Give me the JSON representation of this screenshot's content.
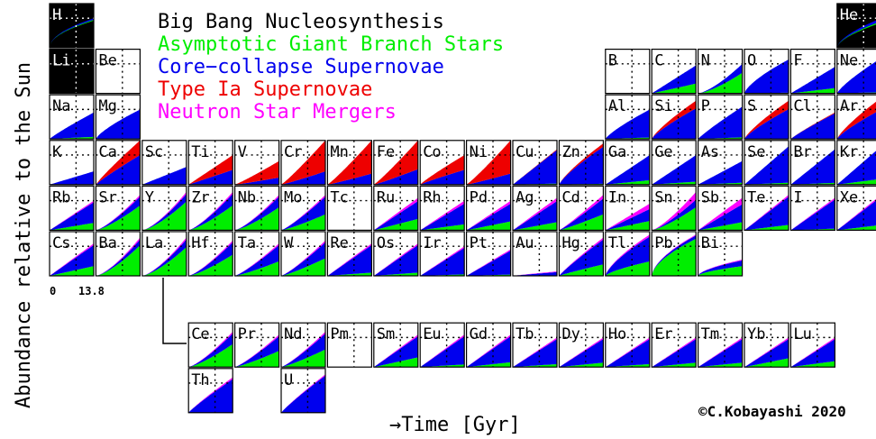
{
  "chart_data": {
    "type": "area",
    "ylabel": "Abundance relative to the Sun",
    "xlabel": "→Time [Gyr]",
    "x_tick_labels": [
      "0",
      "13.8"
    ],
    "xlim": [
      0,
      13.8
    ],
    "ylim": [
      0,
      1.5
    ],
    "credit": "©C.Kobayashi 2020",
    "legend": [
      {
        "name": "Big Bang Nucleosynthesis",
        "color": "#000000"
      },
      {
        "name": "Asymptotic Giant Branch Stars",
        "color": "#00ee00"
      },
      {
        "name": "Core−collapse Supernovae",
        "color": "#0000ee"
      },
      {
        "name": "Type Ia Supernovae",
        "color": "#ee0000"
      },
      {
        "name": "Neutron Star Mergers",
        "color": "#ff00ff"
      }
    ],
    "source_order": [
      "bbn",
      "agb",
      "ccsn",
      "snia",
      "nsm"
    ],
    "notes": "Each element cell plots stacked cumulative contributions (in solar units) versus time; values below are the fractional contribution at 13.8 Gyr; 'total' is the stacked height at 13.8 Gyr relative to the Sun (cell height = 1.5). 'shape' > 1 means late (AGB-like) growth.",
    "elements": [
      {
        "symbol": "H",
        "row": 1,
        "col": 1,
        "total": 1.0,
        "shape": 0.5,
        "frac": [
          0.92,
          0.03,
          0.05,
          0,
          0
        ]
      },
      {
        "symbol": "He",
        "row": 1,
        "col": 18,
        "total": 1.0,
        "shape": 0.6,
        "frac": [
          0.85,
          0.05,
          0.1,
          0,
          0
        ]
      },
      {
        "symbol": "Li",
        "row": 2,
        "col": 1,
        "total": 1.5,
        "shape": 0.8,
        "frac": [
          1.0,
          0,
          0,
          0,
          0
        ]
      },
      {
        "symbol": "Be",
        "row": 2,
        "col": 2,
        "total": 0,
        "shape": 1,
        "frac": [
          0,
          0,
          0,
          0,
          0
        ]
      },
      {
        "symbol": "B",
        "row": 2,
        "col": 13,
        "total": 0,
        "shape": 1,
        "frac": [
          0,
          0,
          0,
          0,
          0
        ]
      },
      {
        "symbol": "C",
        "row": 2,
        "col": 14,
        "total": 0.95,
        "shape": 1.0,
        "frac": [
          0,
          0.35,
          0.65,
          0,
          0
        ]
      },
      {
        "symbol": "N",
        "row": 2,
        "col": 15,
        "total": 1.0,
        "shape": 1.4,
        "frac": [
          0,
          0.7,
          0.3,
          0,
          0
        ]
      },
      {
        "symbol": "O",
        "row": 2,
        "col": 16,
        "total": 1.15,
        "shape": 0.7,
        "frac": [
          0,
          0.02,
          0.98,
          0,
          0
        ]
      },
      {
        "symbol": "F",
        "row": 2,
        "col": 17,
        "total": 0.9,
        "shape": 1.0,
        "frac": [
          0,
          0.2,
          0.8,
          0,
          0
        ]
      },
      {
        "symbol": "Ne",
        "row": 2,
        "col": 18,
        "total": 1.2,
        "shape": 0.8,
        "frac": [
          0,
          0.03,
          0.97,
          0,
          0
        ]
      },
      {
        "symbol": "Na",
        "row": 3,
        "col": 1,
        "total": 0.9,
        "shape": 0.9,
        "frac": [
          0,
          0.08,
          0.92,
          0,
          0
        ]
      },
      {
        "symbol": "Mg",
        "row": 3,
        "col": 2,
        "total": 1.0,
        "shape": 0.75,
        "frac": [
          0,
          0.02,
          0.98,
          0,
          0
        ]
      },
      {
        "symbol": "Al",
        "row": 3,
        "col": 13,
        "total": 1.0,
        "shape": 0.8,
        "frac": [
          0,
          0.05,
          0.95,
          0,
          0
        ]
      },
      {
        "symbol": "Si",
        "row": 3,
        "col": 14,
        "total": 1.3,
        "shape": 0.8,
        "frac": [
          0,
          0,
          0.8,
          0.2,
          0
        ]
      },
      {
        "symbol": "P",
        "row": 3,
        "col": 15,
        "total": 1.1,
        "shape": 0.9,
        "frac": [
          0,
          0.05,
          0.95,
          0,
          0
        ]
      },
      {
        "symbol": "S",
        "row": 3,
        "col": 16,
        "total": 1.3,
        "shape": 0.8,
        "frac": [
          0,
          0,
          0.78,
          0.22,
          0
        ]
      },
      {
        "symbol": "Cl",
        "row": 3,
        "col": 17,
        "total": 0.9,
        "shape": 0.9,
        "frac": [
          0,
          0,
          0.97,
          0.03,
          0
        ]
      },
      {
        "symbol": "Ar",
        "row": 3,
        "col": 18,
        "total": 1.4,
        "shape": 0.8,
        "frac": [
          0,
          0,
          0.72,
          0.28,
          0
        ]
      },
      {
        "symbol": "K",
        "row": 4,
        "col": 1,
        "total": 0.45,
        "shape": 1.0,
        "frac": [
          0,
          0,
          1.0,
          0,
          0
        ]
      },
      {
        "symbol": "Ca",
        "row": 4,
        "col": 2,
        "total": 1.5,
        "shape": 0.9,
        "frac": [
          0,
          0,
          0.67,
          0.33,
          0
        ]
      },
      {
        "symbol": "Sc",
        "row": 4,
        "col": 3,
        "total": 0.6,
        "shape": 1.0,
        "frac": [
          0,
          0,
          1.0,
          0,
          0
        ]
      },
      {
        "symbol": "Ti",
        "row": 4,
        "col": 4,
        "total": 1.0,
        "shape": 1.0,
        "frac": [
          0,
          0,
          0.5,
          0.5,
          0
        ]
      },
      {
        "symbol": "V",
        "row": 4,
        "col": 5,
        "total": 0.8,
        "shape": 1.1,
        "frac": [
          0,
          0,
          0.3,
          0.7,
          0
        ]
      },
      {
        "symbol": "Cr",
        "row": 4,
        "col": 6,
        "total": 1.5,
        "shape": 1.1,
        "frac": [
          0,
          0,
          0.3,
          0.7,
          0
        ]
      },
      {
        "symbol": "Mn",
        "row": 4,
        "col": 7,
        "total": 1.5,
        "shape": 1.1,
        "frac": [
          0,
          0,
          0.25,
          0.75,
          0
        ]
      },
      {
        "symbol": "Fe",
        "row": 4,
        "col": 8,
        "total": 1.5,
        "shape": 1.1,
        "frac": [
          0,
          0,
          0.35,
          0.65,
          0
        ]
      },
      {
        "symbol": "Co",
        "row": 4,
        "col": 9,
        "total": 1.0,
        "shape": 0.9,
        "frac": [
          0,
          0,
          0.5,
          0.5,
          0
        ]
      },
      {
        "symbol": "Ni",
        "row": 4,
        "col": 10,
        "total": 1.5,
        "shape": 1.1,
        "frac": [
          0,
          0,
          0.25,
          0.75,
          0
        ]
      },
      {
        "symbol": "Cu",
        "row": 4,
        "col": 11,
        "total": 1.2,
        "shape": 1.0,
        "frac": [
          0,
          0.03,
          0.95,
          0.02,
          0
        ]
      },
      {
        "symbol": "Zn",
        "row": 4,
        "col": 12,
        "total": 1.4,
        "shape": 0.8,
        "frac": [
          0,
          0.02,
          0.9,
          0.08,
          0
        ]
      },
      {
        "symbol": "Ga",
        "row": 4,
        "col": 13,
        "total": 1.0,
        "shape": 1.0,
        "frac": [
          0,
          0.15,
          0.85,
          0,
          0
        ]
      },
      {
        "symbol": "Ge",
        "row": 4,
        "col": 14,
        "total": 1.0,
        "shape": 1.0,
        "frac": [
          0,
          0.1,
          0.9,
          0,
          0
        ]
      },
      {
        "symbol": "As",
        "row": 4,
        "col": 15,
        "total": 0.8,
        "shape": 1.0,
        "frac": [
          0,
          0.08,
          0.92,
          0,
          0
        ]
      },
      {
        "symbol": "Se",
        "row": 4,
        "col": 16,
        "total": 1.3,
        "shape": 1.0,
        "frac": [
          0,
          0.05,
          0.95,
          0,
          0
        ]
      },
      {
        "symbol": "Br",
        "row": 4,
        "col": 17,
        "total": 1.2,
        "shape": 1.0,
        "frac": [
          0,
          0.05,
          0.95,
          0,
          0
        ]
      },
      {
        "symbol": "Kr",
        "row": 4,
        "col": 18,
        "total": 1.3,
        "shape": 1.0,
        "frac": [
          0,
          0.15,
          0.85,
          0,
          0
        ]
      },
      {
        "symbol": "Rb",
        "row": 5,
        "col": 1,
        "total": 1.0,
        "shape": 1.0,
        "frac": [
          0,
          0.25,
          0.7,
          0,
          0.05
        ]
      },
      {
        "symbol": "Sr",
        "row": 5,
        "col": 2,
        "total": 1.2,
        "shape": 1.3,
        "frac": [
          0,
          0.7,
          0.25,
          0,
          0.05
        ]
      },
      {
        "symbol": "Y",
        "row": 5,
        "col": 3,
        "total": 1.3,
        "shape": 1.4,
        "frac": [
          0,
          0.75,
          0.2,
          0,
          0.05
        ]
      },
      {
        "symbol": "Zr",
        "row": 5,
        "col": 4,
        "total": 1.3,
        "shape": 1.3,
        "frac": [
          0,
          0.65,
          0.3,
          0,
          0.05
        ]
      },
      {
        "symbol": "Nb",
        "row": 5,
        "col": 5,
        "total": 1.2,
        "shape": 1.3,
        "frac": [
          0,
          0.65,
          0.3,
          0,
          0.05
        ]
      },
      {
        "symbol": "Mo",
        "row": 5,
        "col": 6,
        "total": 1.2,
        "shape": 1.2,
        "frac": [
          0,
          0.45,
          0.5,
          0,
          0.05
        ]
      },
      {
        "symbol": "Tc",
        "row": 5,
        "col": 7,
        "total": 0,
        "shape": 1,
        "frac": [
          0,
          0,
          0,
          0,
          0
        ]
      },
      {
        "symbol": "Ru",
        "row": 5,
        "col": 8,
        "total": 1.1,
        "shape": 1.0,
        "frac": [
          0,
          0.35,
          0.55,
          0,
          0.1
        ]
      },
      {
        "symbol": "Rh",
        "row": 5,
        "col": 9,
        "total": 1.0,
        "shape": 1.0,
        "frac": [
          0,
          0.2,
          0.7,
          0,
          0.1
        ]
      },
      {
        "symbol": "Pd",
        "row": 5,
        "col": 10,
        "total": 1.0,
        "shape": 1.0,
        "frac": [
          0,
          0.3,
          0.6,
          0,
          0.1
        ]
      },
      {
        "symbol": "Ag",
        "row": 5,
        "col": 11,
        "total": 1.1,
        "shape": 1.0,
        "frac": [
          0,
          0.25,
          0.65,
          0,
          0.1
        ]
      },
      {
        "symbol": "Cd",
        "row": 5,
        "col": 12,
        "total": 1.2,
        "shape": 1.1,
        "frac": [
          0,
          0.45,
          0.45,
          0,
          0.1
        ]
      },
      {
        "symbol": "In",
        "row": 5,
        "col": 13,
        "total": 0.9,
        "shape": 1.0,
        "frac": [
          0,
          0.35,
          0.45,
          0,
          0.2
        ]
      },
      {
        "symbol": "Sn",
        "row": 5,
        "col": 14,
        "total": 1.3,
        "shape": 1.3,
        "frac": [
          0,
          0.6,
          0.2,
          0,
          0.2
        ]
      },
      {
        "symbol": "Sb",
        "row": 5,
        "col": 15,
        "total": 1.1,
        "shape": 1.0,
        "frac": [
          0,
          0.25,
          0.55,
          0,
          0.2
        ]
      },
      {
        "symbol": "Te",
        "row": 5,
        "col": 16,
        "total": 1.2,
        "shape": 1.0,
        "frac": [
          0,
          0.15,
          0.8,
          0,
          0.05
        ]
      },
      {
        "symbol": "I",
        "row": 5,
        "col": 17,
        "total": 1.1,
        "shape": 1.0,
        "frac": [
          0,
          0.05,
          0.9,
          0,
          0.05
        ]
      },
      {
        "symbol": "Xe",
        "row": 5,
        "col": 18,
        "total": 1.2,
        "shape": 1.0,
        "frac": [
          0,
          0.15,
          0.8,
          0,
          0.05
        ]
      },
      {
        "symbol": "Cs",
        "row": 6,
        "col": 1,
        "total": 1.1,
        "shape": 1.0,
        "frac": [
          0,
          0.3,
          0.65,
          0,
          0.05
        ]
      },
      {
        "symbol": "Ba",
        "row": 6,
        "col": 2,
        "total": 1.3,
        "shape": 1.4,
        "frac": [
          0,
          0.8,
          0.15,
          0,
          0.05
        ]
      },
      {
        "symbol": "La",
        "row": 6,
        "col": 3,
        "total": 1.3,
        "shape": 1.4,
        "frac": [
          0,
          0.75,
          0.2,
          0,
          0.05
        ]
      },
      {
        "symbol": "Hf",
        "row": 6,
        "col": 4,
        "total": 1.2,
        "shape": 1.3,
        "frac": [
          0,
          0.6,
          0.35,
          0,
          0.05
        ]
      },
      {
        "symbol": "Ta",
        "row": 6,
        "col": 5,
        "total": 1.1,
        "shape": 1.2,
        "frac": [
          0,
          0.45,
          0.5,
          0,
          0.05
        ]
      },
      {
        "symbol": "W",
        "row": 6,
        "col": 6,
        "total": 1.2,
        "shape": 1.2,
        "frac": [
          0,
          0.5,
          0.45,
          0,
          0.05
        ]
      },
      {
        "symbol": "Re",
        "row": 6,
        "col": 7,
        "total": 1.1,
        "shape": 1.0,
        "frac": [
          0,
          0.1,
          0.85,
          0,
          0.05
        ]
      },
      {
        "symbol": "Os",
        "row": 6,
        "col": 8,
        "total": 1.1,
        "shape": 1.0,
        "frac": [
          0,
          0.1,
          0.85,
          0,
          0.05
        ]
      },
      {
        "symbol": "Ir",
        "row": 6,
        "col": 9,
        "total": 1.0,
        "shape": 1.0,
        "frac": [
          0,
          0.05,
          0.9,
          0,
          0.05
        ]
      },
      {
        "symbol": "Pt",
        "row": 6,
        "col": 10,
        "total": 0.9,
        "shape": 1.0,
        "frac": [
          0,
          0.05,
          0.9,
          0,
          0.05
        ]
      },
      {
        "symbol": "Au",
        "row": 6,
        "col": 11,
        "total": 0.15,
        "shape": 0.9,
        "frac": [
          0,
          0.05,
          0.8,
          0,
          0.15
        ]
      },
      {
        "symbol": "Hg",
        "row": 6,
        "col": 12,
        "total": 1.3,
        "shape": 0.9,
        "frac": [
          0,
          0.3,
          0.65,
          0,
          0.05
        ]
      },
      {
        "symbol": "Tl",
        "row": 6,
        "col": 13,
        "total": 1.4,
        "shape": 0.7,
        "frac": [
          0,
          0.35,
          0.6,
          0,
          0.05
        ]
      },
      {
        "symbol": "Pb",
        "row": 6,
        "col": 14,
        "total": 1.4,
        "shape": 0.6,
        "frac": [
          0,
          0.9,
          0.08,
          0,
          0.02
        ]
      },
      {
        "symbol": "Bi",
        "row": 6,
        "col": 15,
        "total": 0.55,
        "shape": 0.6,
        "frac": [
          0,
          0.6,
          0.35,
          0,
          0.05
        ]
      },
      {
        "symbol": "Ce",
        "row": 8,
        "col": 4,
        "total": 1.2,
        "shape": 1.3,
        "frac": [
          0,
          0.65,
          0.3,
          0,
          0.05
        ]
      },
      {
        "symbol": "Pr",
        "row": 8,
        "col": 5,
        "total": 1.1,
        "shape": 1.2,
        "frac": [
          0,
          0.5,
          0.45,
          0,
          0.05
        ]
      },
      {
        "symbol": "Nd",
        "row": 8,
        "col": 6,
        "total": 1.2,
        "shape": 1.2,
        "frac": [
          0,
          0.5,
          0.45,
          0,
          0.05
        ]
      },
      {
        "symbol": "Pm",
        "row": 8,
        "col": 7,
        "total": 0,
        "shape": 1,
        "frac": [
          0,
          0,
          0,
          0,
          0
        ]
      },
      {
        "symbol": "Sm",
        "row": 8,
        "col": 8,
        "total": 1.1,
        "shape": 1.0,
        "frac": [
          0,
          0.3,
          0.65,
          0,
          0.05
        ]
      },
      {
        "symbol": "Eu",
        "row": 8,
        "col": 9,
        "total": 1.1,
        "shape": 1.0,
        "frac": [
          0,
          0.08,
          0.87,
          0,
          0.05
        ]
      },
      {
        "symbol": "Gd",
        "row": 8,
        "col": 10,
        "total": 1.1,
        "shape": 1.0,
        "frac": [
          0,
          0.15,
          0.8,
          0,
          0.05
        ]
      },
      {
        "symbol": "Tb",
        "row": 8,
        "col": 11,
        "total": 1.0,
        "shape": 1.0,
        "frac": [
          0,
          0.1,
          0.85,
          0,
          0.05
        ]
      },
      {
        "symbol": "Dy",
        "row": 8,
        "col": 12,
        "total": 1.0,
        "shape": 1.0,
        "frac": [
          0,
          0.15,
          0.8,
          0,
          0.05
        ]
      },
      {
        "symbol": "Ho",
        "row": 8,
        "col": 13,
        "total": 1.0,
        "shape": 1.0,
        "frac": [
          0,
          0.1,
          0.85,
          0,
          0.05
        ]
      },
      {
        "symbol": "Er",
        "row": 8,
        "col": 14,
        "total": 1.0,
        "shape": 1.0,
        "frac": [
          0,
          0.15,
          0.8,
          0,
          0.05
        ]
      },
      {
        "symbol": "Tm",
        "row": 8,
        "col": 15,
        "total": 1.0,
        "shape": 1.0,
        "frac": [
          0,
          0.15,
          0.8,
          0,
          0.05
        ]
      },
      {
        "symbol": "Yb",
        "row": 8,
        "col": 16,
        "total": 1.0,
        "shape": 1.0,
        "frac": [
          0,
          0.3,
          0.65,
          0,
          0.05
        ]
      },
      {
        "symbol": "Lu",
        "row": 8,
        "col": 17,
        "total": 1.0,
        "shape": 1.0,
        "frac": [
          0,
          0.2,
          0.75,
          0,
          0.05
        ]
      },
      {
        "symbol": "Th",
        "row": 9,
        "col": 4,
        "total": 1.2,
        "shape": 0.9,
        "frac": [
          0,
          0,
          0.95,
          0,
          0.05
        ]
      },
      {
        "symbol": "U",
        "row": 9,
        "col": 6,
        "total": 1.3,
        "shape": 0.9,
        "frac": [
          0,
          0,
          0.97,
          0,
          0.03
        ]
      }
    ]
  }
}
